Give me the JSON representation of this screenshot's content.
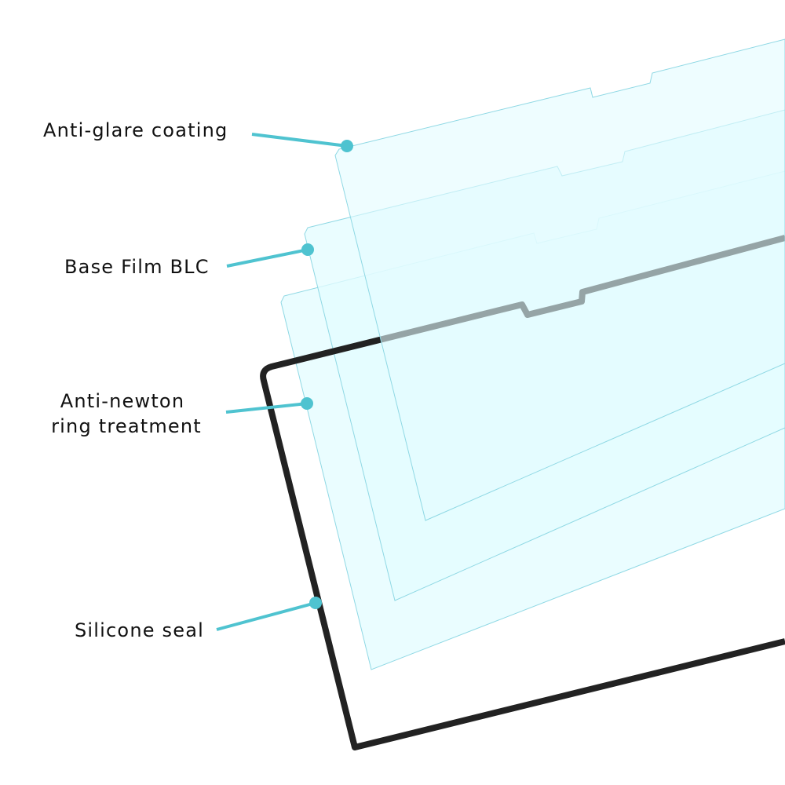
{
  "labels": {
    "anti_glare": "Anti-glare coating",
    "base_film": "Base Film BLC",
    "anti_newton_line1": "Anti-newton",
    "anti_newton_line2": "ring treatment",
    "silicone": "Silicone seal"
  },
  "colors": {
    "leader": "#4fc3d0",
    "film_fill": "#e3fcff",
    "film_edge": "#8fd8e4",
    "seal": "#222222",
    "text": "#111111"
  }
}
